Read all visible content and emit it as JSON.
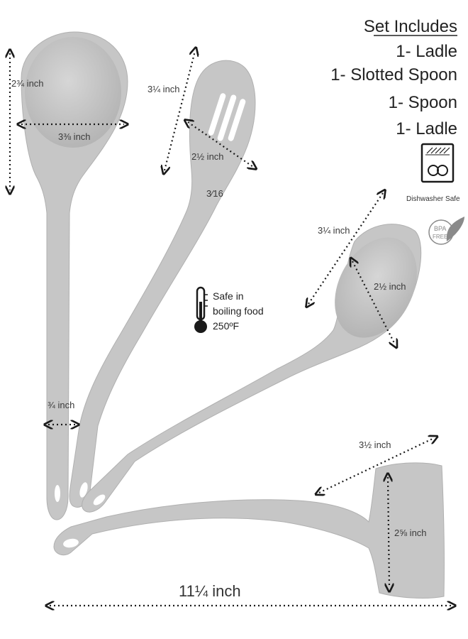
{
  "set": {
    "title": "Set Includes",
    "items": [
      "1- Ladle",
      "1- Slotted Spoon",
      "1- Spoon",
      "1- Ladle"
    ]
  },
  "badges": {
    "dishwasher": "Dishwasher Safe",
    "bpa_line1": "BPA",
    "bpa_line2": "FREE"
  },
  "safe_text": [
    "Safe in",
    "boiling food",
    "250ºF"
  ],
  "dims": {
    "ladle_length": "2¾ inch",
    "ladle_width": "3⅜ inch",
    "slotted_length": "3¼ inch",
    "slotted_width": "2½ inch",
    "slot_width": "3⁄16",
    "spoon_length": "3¼ inch",
    "spoon_width": "2½ inch",
    "handle_width": "¾ inch",
    "turner_length": "3½ inch",
    "turner_width": "2⅝ inch",
    "total_length": "11¼ inch"
  },
  "colors": {
    "utensil": "#c8c8c8",
    "utensil_shade": "#b2b2b2",
    "arrow": "#1a1a1a",
    "icon": "#1a1a1a",
    "leaf": "#8a8a8a"
  }
}
